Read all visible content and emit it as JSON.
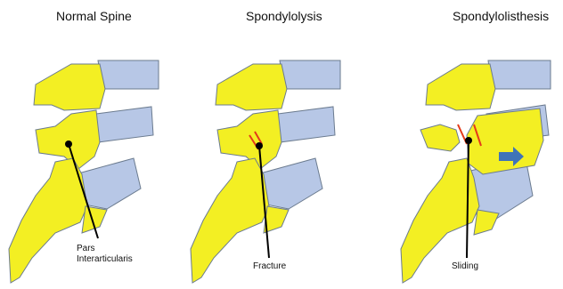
{
  "panels": [
    {
      "title": "Normal Spine",
      "label_lines": [
        "Pars",
        "Interarticularis"
      ]
    },
    {
      "title": "Spondylolysis",
      "label_lines": [
        "Fracture"
      ]
    },
    {
      "title": "Spondylolisthesis",
      "label_lines": [
        "Sliding"
      ]
    }
  ],
  "colors": {
    "bone": "#f3ef23",
    "bone_outline": "#6b7b8f",
    "disc": "#b7c7e6",
    "disc_dark": "#7f97c9",
    "fracture": "#e43a1a",
    "arrow": "#3f74b8",
    "pointer": "#000000"
  }
}
